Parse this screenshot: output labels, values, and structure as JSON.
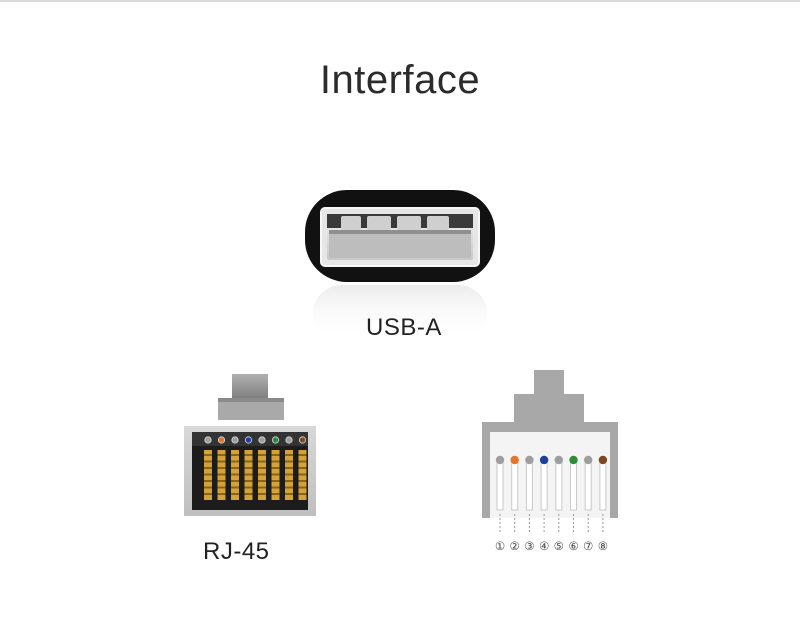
{
  "title": "Interface",
  "usb": {
    "label": "USB-A"
  },
  "rj45": {
    "label": "RJ-45"
  },
  "pin_numbers": [
    "①",
    "②",
    "③",
    "④",
    "⑤",
    "⑥",
    "⑦",
    "⑧"
  ],
  "wire_colors": [
    "#9e9e9e",
    "#e8732a",
    "#9e9e9e",
    "#1f3f9a",
    "#9e9e9e",
    "#2e8b3a",
    "#9e9e9e",
    "#7a4a1e"
  ],
  "colors": {
    "text": "#222222",
    "diagram_gray": "#a6a6a6",
    "contact_gold": "#d4a23a"
  }
}
